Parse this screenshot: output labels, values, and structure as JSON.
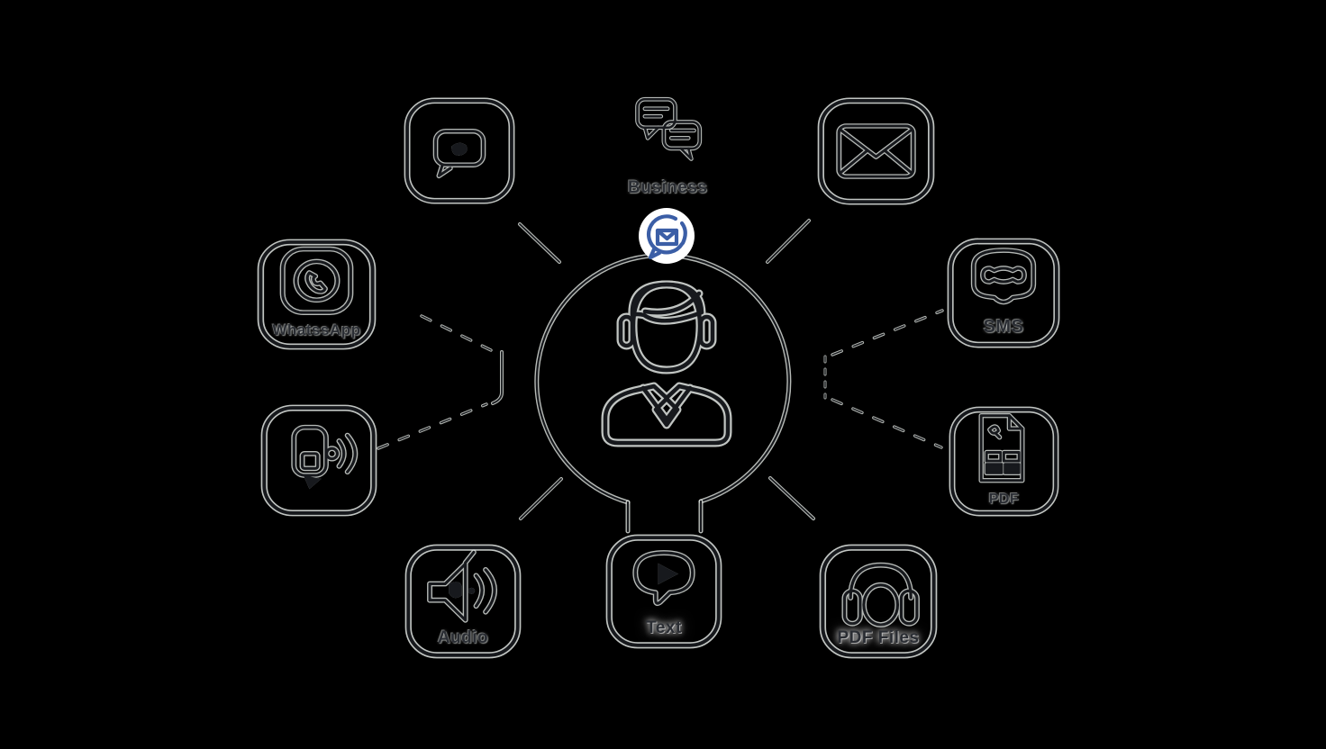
{
  "diagram": {
    "center": {
      "icon": "support-agent-icon"
    },
    "logo": {
      "icon": "brand-chat-envelope-logo",
      "color": "#3b5ea6",
      "background": "#ffffff"
    },
    "nodes": {
      "messenger": {
        "label": "",
        "icon": "speech-bubble-filled-icon"
      },
      "business": {
        "label": "Business",
        "icon": "chat-bubbles-icon"
      },
      "email": {
        "label": "",
        "icon": "envelope-icon"
      },
      "whatsapp": {
        "label": "WhatssApp",
        "icon": "whatsapp-icon"
      },
      "sms": {
        "label": "SMS",
        "icon": "message-bubble-icon"
      },
      "voice": {
        "label": "",
        "icon": "voice-note-icon"
      },
      "pdf": {
        "label": "PDF",
        "icon": "pdf-file-icon"
      },
      "audio": {
        "label": "Audio",
        "icon": "loudspeaker-icon"
      },
      "text": {
        "label": "Text",
        "icon": "chat-play-icon"
      },
      "pdf_files": {
        "label": "PDF Files",
        "icon": "headphones-icon"
      }
    },
    "colors": {
      "background": "#000000",
      "ink": "#17191d",
      "halo": "#e3e8e4",
      "label": "#2a2d33"
    }
  }
}
